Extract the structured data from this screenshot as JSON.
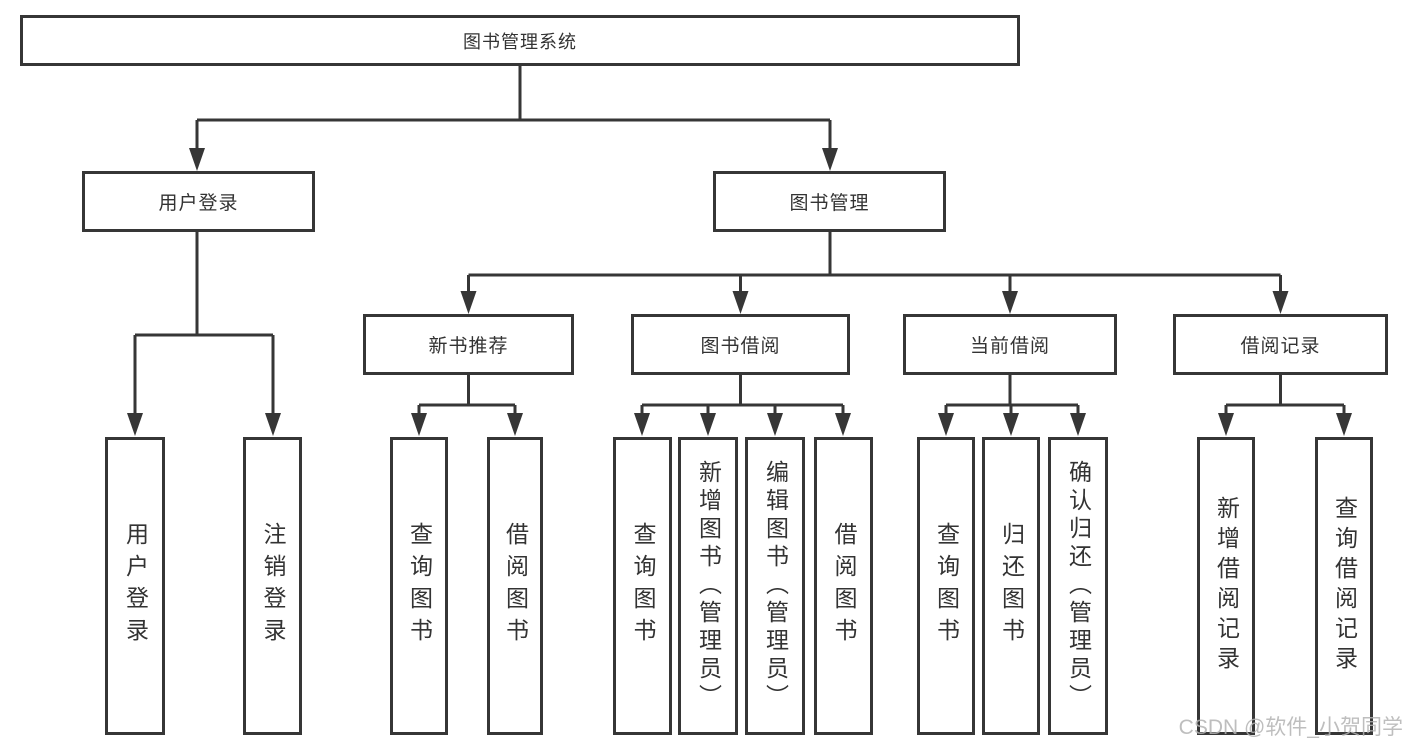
{
  "tree": {
    "label": "图书管理系统",
    "children": [
      {
        "label": "用户登录",
        "children": [
          {
            "label": "用户登录"
          },
          {
            "label": "注销登录"
          }
        ]
      },
      {
        "label": "图书管理",
        "children": [
          {
            "label": "新书推荐",
            "children": [
              {
                "label": "查询图书"
              },
              {
                "label": "借阅图书"
              }
            ]
          },
          {
            "label": "图书借阅",
            "children": [
              {
                "label": "查询图书"
              },
              {
                "label": "新增图书（管理员）"
              },
              {
                "label": "编辑图书（管理员）"
              },
              {
                "label": "借阅图书"
              }
            ]
          },
          {
            "label": "当前借阅",
            "children": [
              {
                "label": "查询图书"
              },
              {
                "label": "归还图书"
              },
              {
                "label": "确认归还（管理员）"
              }
            ]
          },
          {
            "label": "借阅记录",
            "children": [
              {
                "label": "新增借阅记录"
              },
              {
                "label": "查询借阅记录"
              }
            ]
          }
        ]
      }
    ]
  },
  "watermark": "CSDN @软件_小贺同学",
  "colors": {
    "line": "#363636",
    "box_border": "#363636",
    "text": "#333333",
    "background": "#ffffff",
    "watermark": "#b3b3b3"
  }
}
